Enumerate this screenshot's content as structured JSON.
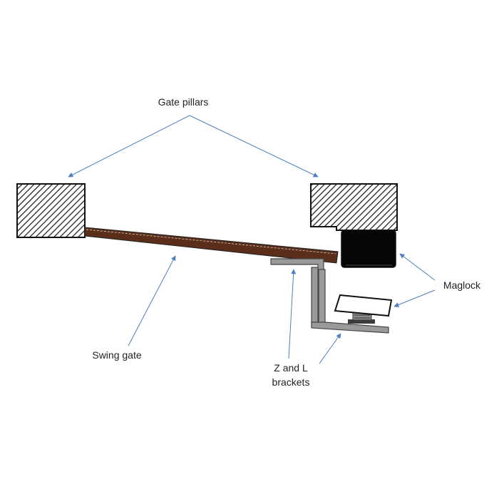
{
  "labels": {
    "gate_pillars": "Gate pillars",
    "maglock": "Maglock",
    "swing_gate": "Swing gate",
    "brackets_line1": "Z and L",
    "brackets_line2": "brackets"
  },
  "colors": {
    "gate_wood": "#5a2e1a",
    "pillar_hatch": "#222222",
    "maglock_body": "#050505",
    "bracket_gray": "#9a9a9a",
    "leader_line": "#4a7fc1",
    "outline": "#111111"
  }
}
